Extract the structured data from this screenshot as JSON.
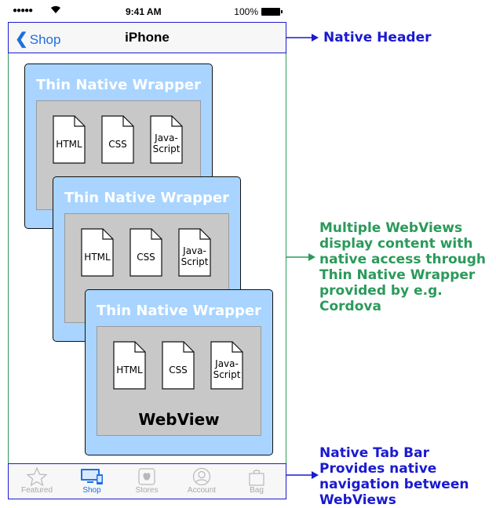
{
  "status_bar": {
    "signal": "●●●●●",
    "wifi": "wifi-icon",
    "time": "9:41 AM",
    "battery": "100%"
  },
  "header": {
    "back_label": "Shop",
    "title": "iPhone"
  },
  "wrappers": [
    {
      "title": "Thin Native Wrapper",
      "docs": [
        "HTML",
        "CSS",
        "Java-\nScript"
      ]
    },
    {
      "title": "Thin Native Wrapper",
      "docs": [
        "HTML",
        "CSS",
        "Java-\nScript"
      ]
    },
    {
      "title": "Thin Native Wrapper",
      "docs": [
        "HTML",
        "CSS",
        "Java-\nScript"
      ],
      "webview_label": "WebView"
    }
  ],
  "tabbar": {
    "tabs": [
      {
        "label": "Featured",
        "icon": "star-icon",
        "active": false
      },
      {
        "label": "Shop",
        "icon": "devices-icon",
        "active": true
      },
      {
        "label": "Stores",
        "icon": "apple-store-icon",
        "active": false
      },
      {
        "label": "Account",
        "icon": "account-icon",
        "active": false
      },
      {
        "label": "Bag",
        "icon": "bag-icon",
        "active": false
      }
    ]
  },
  "annotations": {
    "native_header": "Native Header",
    "webviews": [
      "Multiple WebViews",
      "display content with",
      "native access through",
      "Thin Native Wrapper",
      "provided by e.g. Cordova"
    ],
    "tab_bar": [
      "Native Tab Bar",
      "Provides native",
      "navigation between",
      "WebViews"
    ]
  },
  "colors": {
    "header_blue": "#1a1ad0",
    "annot_green": "#2a9a5a",
    "wrapper_fill": "#a8d4ff",
    "inner_fill": "#c8c8c8",
    "ios_blue": "#1e6fe0"
  }
}
